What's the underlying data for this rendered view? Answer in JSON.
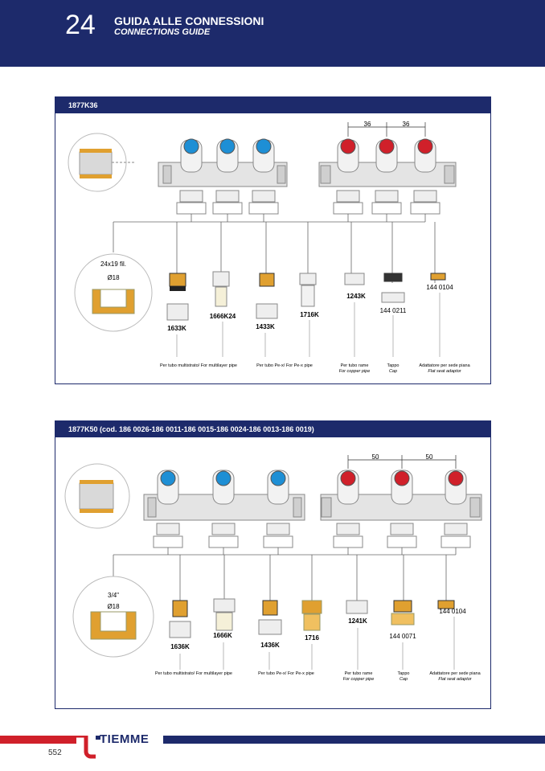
{
  "header": {
    "chapter_number": "24",
    "title": "GUIDA ALLE CONNESSIONI",
    "subtitle": "CONNECTIONS GUIDE"
  },
  "colors": {
    "navy": "#1d2a6b",
    "red": "#d0202a",
    "cap_blue": "#1e8fd5",
    "cap_red": "#d0202a",
    "brass": "#e0a030"
  },
  "panels": [
    {
      "title": "1877K36",
      "spacing": [
        "36",
        "36"
      ],
      "thread_label": "24x19 fil.",
      "diameter_label": "Ø18",
      "fittings": [
        {
          "code": "1633K"
        },
        {
          "code": "1666K24"
        },
        {
          "code": "1433K"
        },
        {
          "code": "1716K"
        },
        {
          "code": "1243K"
        },
        {
          "code": "144 0211"
        },
        {
          "code": "144 0104"
        }
      ],
      "captions": [
        {
          "line1": "Per tubo multistrato/ For multilayer pipe",
          "line2": ""
        },
        {
          "line1": "Per tubo Pe-x/ For Pe-x pipe",
          "line2": ""
        },
        {
          "line1": "Per tubo rame",
          "line2": "For copper pipe"
        },
        {
          "line1": "Tappo",
          "line2": "Cap"
        },
        {
          "line1": "Adattatore per sede piana",
          "line2": "Flat seat adaptor"
        }
      ]
    },
    {
      "title": "1877K50 (cod. 186 0026-186 0011-186 0015-186 0024-186 0013-186 0019)",
      "spacing": [
        "50",
        "50"
      ],
      "thread_label": "3/4\"",
      "diameter_label": "Ø18",
      "fittings": [
        {
          "code": "1636K"
        },
        {
          "code": "1666K"
        },
        {
          "code": "1436K"
        },
        {
          "code": "1716"
        },
        {
          "code": "1241K"
        },
        {
          "code": "144 0071"
        },
        {
          "code": "144 0104"
        }
      ],
      "captions": [
        {
          "line1": "Per tubo multistrato/ For multilayer pipe",
          "line2": ""
        },
        {
          "line1": "Per tubo Pe-x/ For Pe-x pipe",
          "line2": ""
        },
        {
          "line1": "Per tubo rame",
          "line2": "For copper pipe"
        },
        {
          "line1": "Tappo",
          "line2": "Cap"
        },
        {
          "line1": "Adattatore per sede piana",
          "line2": "Flat seat adaptor"
        }
      ]
    }
  ],
  "footer": {
    "brand": "TIEMME",
    "page_number": "552"
  }
}
